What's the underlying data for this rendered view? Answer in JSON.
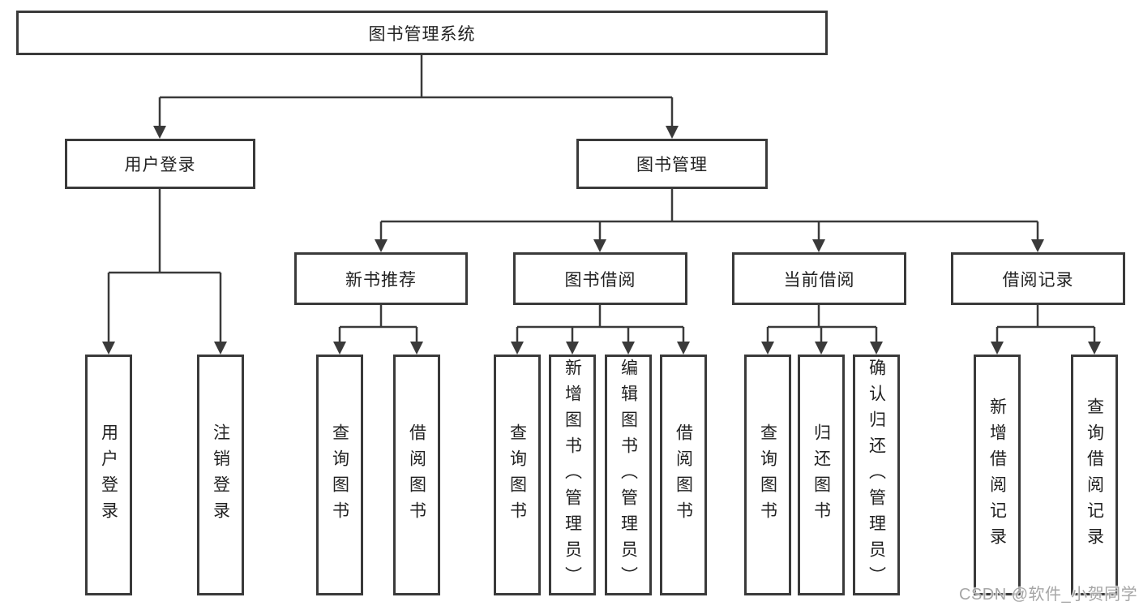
{
  "colors": {
    "line": "#3a3a3a",
    "text": "#222222",
    "watermark": "#a6a6a6",
    "background": "#ffffff"
  },
  "tree": {
    "root": {
      "label": "图书管理系统",
      "children": [
        {
          "label": "用户登录",
          "children": [
            {
              "label": "用户登录"
            },
            {
              "label": "注销登录"
            }
          ]
        },
        {
          "label": "图书管理",
          "children": [
            {
              "label": "新书推荐",
              "children": [
                {
                  "label": "查询图书"
                },
                {
                  "label": "借阅图书"
                }
              ]
            },
            {
              "label": "图书借阅",
              "children": [
                {
                  "label": "查询图书"
                },
                {
                  "label": "新增图书（管理员）"
                },
                {
                  "label": "编辑图书（管理员）"
                },
                {
                  "label": "借阅图书"
                }
              ]
            },
            {
              "label": "当前借阅",
              "children": [
                {
                  "label": "查询图书"
                },
                {
                  "label": "归还图书"
                },
                {
                  "label": "确认归还（管理员）"
                }
              ]
            },
            {
              "label": "借阅记录",
              "children": [
                {
                  "label": "新增借阅记录"
                },
                {
                  "label": "查询借阅记录"
                }
              ]
            }
          ]
        }
      ]
    }
  },
  "watermark": {
    "text": "CSDN @软件_小贺同学"
  }
}
